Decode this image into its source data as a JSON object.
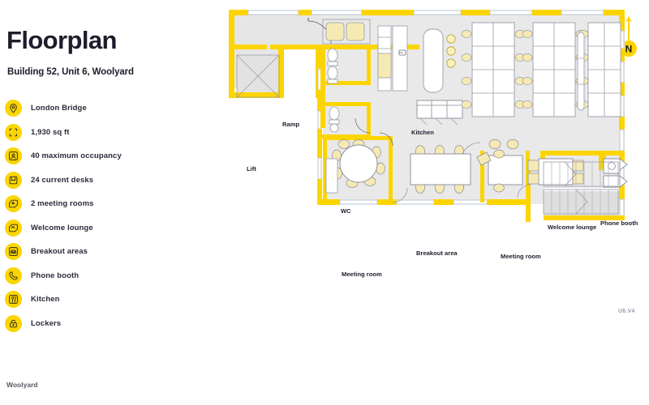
{
  "header": {
    "title": "Floorplan",
    "subtitle": "Building 52, Unit 6, Woolyard"
  },
  "compass": {
    "label": "N",
    "icon": "north-arrow-icon",
    "color": "#fcd500"
  },
  "legend": {
    "items": [
      {
        "icon": "location-pin-icon",
        "label": "London Bridge"
      },
      {
        "icon": "area-frame-icon",
        "label": "1,930 sq ft"
      },
      {
        "icon": "person-icon",
        "label": "40 maximum occupancy"
      },
      {
        "icon": "desk-icon",
        "label": "24 current desks"
      },
      {
        "icon": "meeting-room-icon",
        "label": "2 meeting rooms"
      },
      {
        "icon": "welcome-lounge-icon",
        "label": "Welcome lounge"
      },
      {
        "icon": "sofa-icon",
        "label": "Breakout areas"
      },
      {
        "icon": "phone-icon",
        "label": "Phone booth"
      },
      {
        "icon": "kitchen-icon",
        "label": "Kitchen"
      },
      {
        "icon": "locker-icon",
        "label": "Lockers"
      }
    ]
  },
  "footer": {
    "building": "Woolyard"
  },
  "plan": {
    "reference": "U6.V4",
    "labels": {
      "ramp": "Ramp",
      "lift": "Lift",
      "wc": "WC",
      "kitchen": "Kitchen",
      "meeting_room_large": "Meeting room",
      "breakout_area": "Breakout area",
      "meeting_room_small": "Meeting room",
      "welcome_lounge": "Welcome lounge",
      "phone_booth": "Phone booth"
    },
    "colors": {
      "wall": "#fcd500",
      "window": "#b9c6d4",
      "floor": "#e6e6e6",
      "furniture_outline": "#8a8a99",
      "chair": "#f6eab4",
      "text": "#1d1d2c"
    },
    "desk_banks": [
      {
        "name": "desk-bank-1",
        "rows": 4,
        "columns": 2,
        "desks": 8
      },
      {
        "name": "desk-bank-2",
        "rows": 4,
        "columns": 2,
        "desks": 8
      },
      {
        "name": "desk-bank-3",
        "rows": 4,
        "columns": 2,
        "desks": 8
      }
    ],
    "features": {
      "round_table_chairs": 8,
      "breakout_table_chairs": 6,
      "small_meeting_chairs": 4,
      "kitchen_stools": 3,
      "wc_cubicles": 2,
      "lockers": 3,
      "stair_flights": 2
    }
  }
}
